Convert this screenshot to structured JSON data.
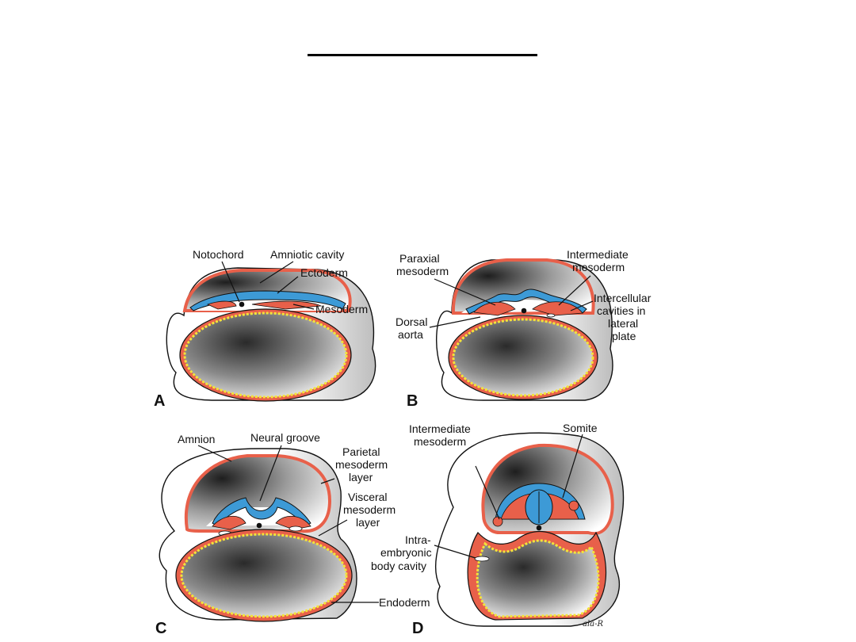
{
  "colors": {
    "ectoderm": "#3d9ad6",
    "mesoderm": "#e8604a",
    "yolk_dots": "#f3e33a",
    "outline": "#111111"
  },
  "panels": {
    "a": {
      "letter": "A",
      "labels": {
        "notochord": "Notochord",
        "amniotic_cavity": "Amniotic cavity",
        "ectoderm": "Ectoderm",
        "mesoderm": "Mesoderm"
      }
    },
    "b": {
      "letter": "B",
      "labels": {
        "paraxial_1": "Paraxial",
        "paraxial_2": "mesoderm",
        "intermediate_1": "Intermediate",
        "intermediate_2": "mesoderm",
        "intercellular_1": "Intercellular",
        "intercellular_2": "cavities in",
        "intercellular_3": "lateral",
        "intercellular_4": "plate",
        "dorsal_1": "Dorsal",
        "dorsal_2": "aorta"
      }
    },
    "c": {
      "letter": "C",
      "labels": {
        "amnion": "Amnion",
        "neural_groove": "Neural groove",
        "parietal_1": "Parietal",
        "parietal_2": "mesoderm",
        "parietal_3": "layer",
        "visceral_1": "Visceral",
        "visceral_2": "mesoderm",
        "visceral_3": "layer",
        "intra_1": "Intra-",
        "intra_2": "embryonic",
        "intra_3": "body cavity",
        "endoderm": "Endoderm"
      }
    },
    "d": {
      "letter": "D",
      "labels": {
        "intermediate_1": "Intermediate",
        "intermediate_2": "mesoderm",
        "somite": "Somite"
      }
    }
  },
  "signature": "ala-R"
}
